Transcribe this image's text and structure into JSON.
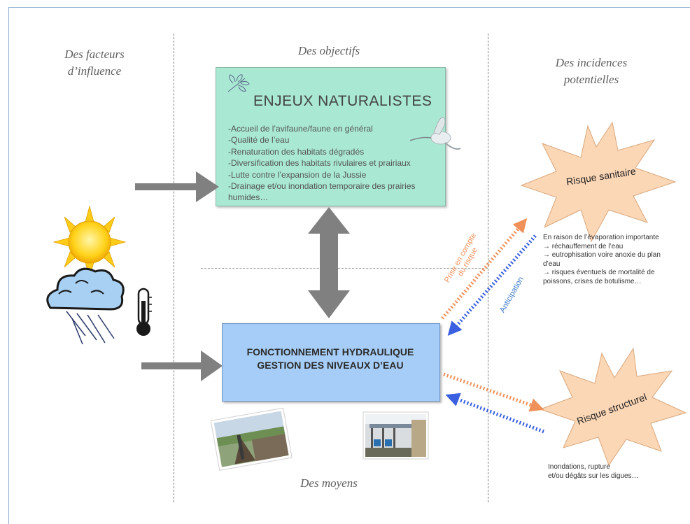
{
  "columns": {
    "left_title_line1": "Des facteurs",
    "left_title_line2": "d’influence",
    "middle_title": "Des objectifs",
    "right_title_line1": "Des incidences",
    "right_title_line2": "potentielles",
    "bottom_title": "Des moyens"
  },
  "enjeux": {
    "title": "ENJEUX  NATURALISTES",
    "items": [
      "-Accueil de l’avifaune/faune  en général",
      "-Qualité de l’eau",
      "-Renaturation des habitats dégradés",
      "-Diversification  des habitats rivulaires  et prairiaux",
      "-Lutte contre l’expansion de la Jussie",
      "-Drainage et/ou inondation temporaire des prairies humides…"
    ]
  },
  "fonctionnement": {
    "line1": "FONCTIONNEMENT HYDRAULIQUE",
    "line2": "GESTION DES NIVEAUX D’EAU"
  },
  "risque_sanitaire": {
    "label": "Risque sanitaire",
    "note": [
      "En raison de l’évaporation importante",
      "→ réchauffement de l’eau",
      "→ eutrophisation voire anoxie du plan",
      "d’eau",
      "→ risques éventuels de mortalité de",
      "poissons, crises de botulisme…"
    ]
  },
  "risque_structurel": {
    "label": "Risque structurel",
    "note": [
      "Inondations,  rupture",
      "et/ou dégâts sur les digues…"
    ]
  },
  "arrow_labels": {
    "prise_line1": "Prise en compte",
    "prise_line2": "du risque",
    "anticipation": "Anticipation"
  },
  "colors": {
    "enjeux_fill": "#a9e8d2",
    "fonctionnement_fill": "#a6cdf7",
    "star_fill": "#fcd7b6",
    "orange_arrow": "#f0915a",
    "blue_arrow": "#3a5fe0",
    "grey_arrow": "#808080"
  },
  "icons": [
    "dragonfly-icon",
    "heron-icon",
    "sun-icon",
    "rain-cloud-icon",
    "thermometer-icon",
    "sluice-photo",
    "pump-station-photo"
  ]
}
